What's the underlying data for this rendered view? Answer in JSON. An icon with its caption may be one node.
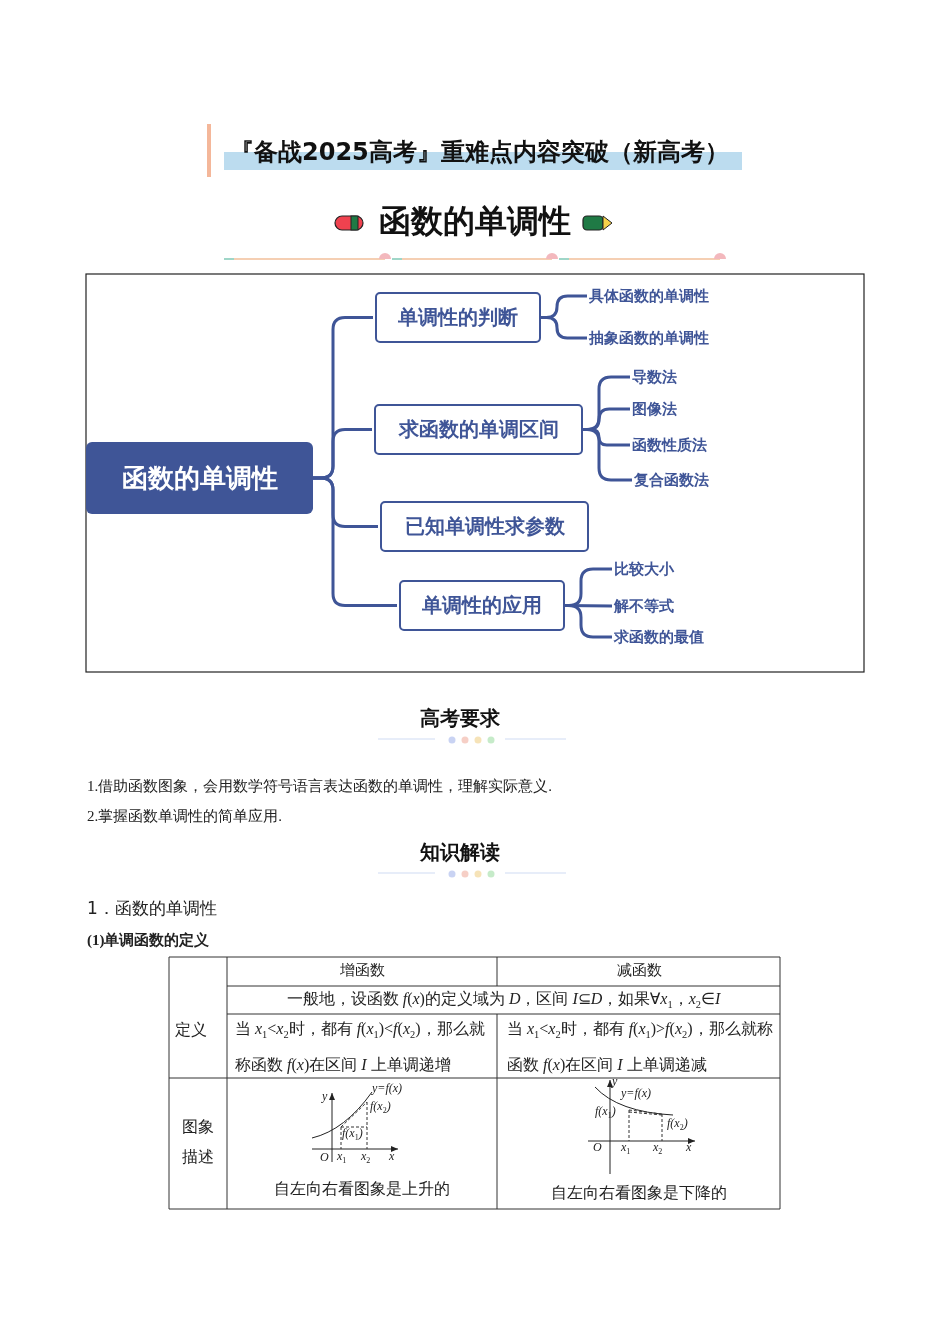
{
  "diagram": {
    "title": "函数的单调性",
    "nodes": [
      {
        "text": [
          "函数的单调性"
        ]
      },
      {
        "text": [
          "单调性的判断"
        ]
      },
      {
        "text": [
          "具体函数的单调性"
        ]
      },
      {
        "text": [
          "抽象函数的单调性"
        ]
      },
      {
        "text": [
          "求函数的单调区间"
        ]
      },
      {
        "text": [
          "导数法"
        ]
      },
      {
        "text": [
          "图像法"
        ]
      },
      {
        "text": [
          "函数性质法"
        ]
      },
      {
        "text": [
          "复合函数法"
        ]
      },
      {
        "text": [
          "已知单调性求参数"
        ]
      },
      {
        "text": [
          "单调性的应用"
        ]
      },
      {
        "text": [
          "比较大小"
        ]
      },
      {
        "text": [
          "解不等式"
        ]
      },
      {
        "text": [
          "求函数的最值"
        ]
      }
    ],
    "edges": [
      {
        "from": 0,
        "to": 1,
        "arrow": "none"
      },
      {
        "from": 0,
        "to": 4,
        "arrow": "none"
      },
      {
        "from": 0,
        "to": 9,
        "arrow": "none"
      },
      {
        "from": 0,
        "to": 10,
        "arrow": "none"
      },
      {
        "from": 1,
        "to": 2,
        "arrow": "none"
      },
      {
        "from": 1,
        "to": 3,
        "arrow": "none"
      },
      {
        "from": 4,
        "to": 5,
        "arrow": "none"
      },
      {
        "from": 4,
        "to": 6,
        "arrow": "none"
      },
      {
        "from": 4,
        "to": 7,
        "arrow": "none"
      },
      {
        "from": 4,
        "to": 8,
        "arrow": "none"
      },
      {
        "from": 10,
        "to": 11,
        "arrow": "none"
      },
      {
        "from": 10,
        "to": 12,
        "arrow": "none"
      },
      {
        "from": 10,
        "to": 13,
        "arrow": "none"
      }
    ],
    "labels": [
      "『备战2025高考』重难点内容突破（新高考）",
      "高考要求",
      "1.借助函数图象，会用数学符号语言表达函数的单调性，理解实际意义.",
      "2.掌握函数单调性的简单应用.",
      "知识解读",
      "1．函数的单调性",
      "(1)单调函数的定义",
      "增函数",
      "减函数",
      "定义",
      "一般地，设函数 *f*(*x*)的定义域为 *D*，区间 *I*⊆*D*，如果∀*x*$_{1}$，*x*$_{2}$∈*I*",
      "当 *x*$_{1}$<*x*$_{2}$时，都有 *f*(*x*$_{1}$)<*f*(*x*$_{2}$)，那么就称函数 *f*(*x*)在区间 *I* 上单调递增",
      "当 *x*$_{1}$<*x*$_{2}$时，都有 *f*(*x*$_{1}$)>*f*(*x*$_{2}$)，那么就称函数 *f*(*x*)在区间 *I* 上单调递减",
      "图象描述",
      "y",
      "y=f(x)",
      "f(x$_{2}$)",
      "f(x$_{1}$)",
      "O",
      "x$_{1}$",
      "x$_{2}$",
      "x",
      "自左向右看图象是上升的",
      "y",
      "y=f(x)",
      "f(x$_{1}$)",
      "f(x$_{2}$)",
      "O",
      "x$_{1}$",
      "x$_{2}$",
      "x",
      "自左向右看图象是下降的"
    ]
  }
}
